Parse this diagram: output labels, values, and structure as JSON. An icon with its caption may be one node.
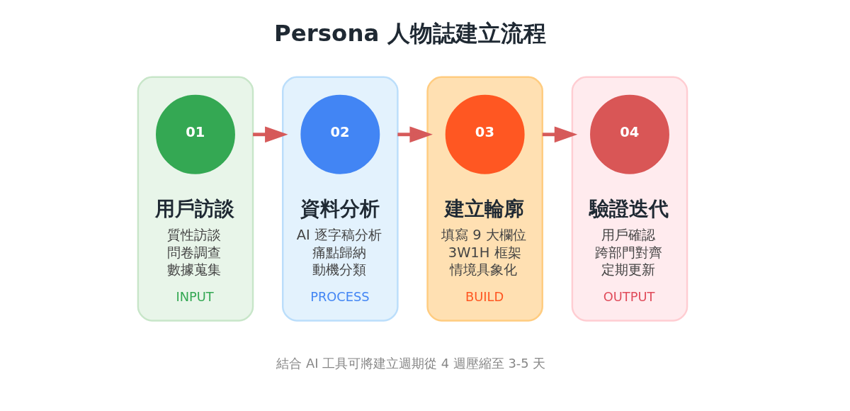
{
  "diagram": {
    "title": "Persona 人物誌建立流程",
    "caption": "結合 AI 工具可將建立週期從 4 週壓縮至 3-5 天",
    "nodes": [
      {
        "text": [
          "用戶訪談",
          "質性訪談",
          "問卷調查",
          "數據蒐集",
          "INPUT"
        ]
      },
      {
        "text": [
          "01"
        ],
        "in": 0
      },
      {
        "text": [
          "資料分析",
          "AI 逐字稿分析",
          "痛點歸納",
          "動機分類",
          "PROCESS"
        ]
      },
      {
        "text": [
          "02"
        ],
        "in": 2
      },
      {
        "text": [
          "建立輪廓",
          "填寫 9 大欄位",
          "3W1H 框架",
          "情境具象化",
          "BUILD"
        ]
      },
      {
        "text": [
          "03"
        ],
        "in": 4
      },
      {
        "text": [
          "驗證迭代",
          "用戶確認",
          "跨部門對齊",
          "定期更新",
          "OUTPUT"
        ]
      },
      {
        "text": [
          "04"
        ],
        "in": 6
      }
    ],
    "edges": [
      {
        "from": 0,
        "to": 2,
        "arrow": "to"
      },
      {
        "from": 2,
        "to": 4,
        "arrow": "to"
      },
      {
        "from": 4,
        "to": 6,
        "arrow": "to"
      }
    ]
  }
}
